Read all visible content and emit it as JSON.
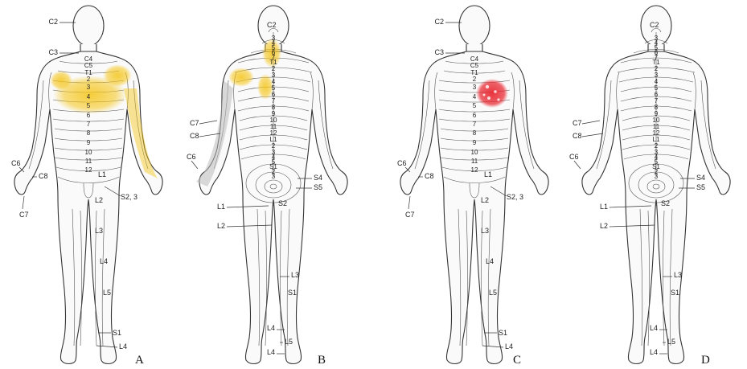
{
  "figure": {
    "panels": [
      {
        "id": "A",
        "letter": "A",
        "view": "front",
        "highlight": {
          "color": "#f5c518",
          "regions": [
            "shoulders",
            "upper-chest",
            "left-arm"
          ]
        },
        "labels": [
          "C2",
          "C3",
          "C6",
          "C8",
          "C7",
          "L1",
          "L2",
          "S2, 3",
          "L3",
          "L4",
          "L5",
          "S1",
          "L4"
        ],
        "segments": [
          "C4",
          "C5",
          "T1",
          "2",
          "3",
          "4",
          "5",
          "6",
          "7",
          "8",
          "9",
          "10",
          "11",
          "12"
        ]
      },
      {
        "id": "B",
        "letter": "B",
        "view": "back",
        "highlight": {
          "color": "#f5c518",
          "regions": [
            "upper-back",
            "shoulder",
            "arm"
          ]
        },
        "labels": [
          "C2",
          "C7",
          "C8",
          "C6",
          "S4",
          "S5",
          "L1",
          "S2",
          "L2",
          "L3",
          "S1",
          "L4",
          "L5",
          "L4"
        ],
        "segments": [
          "3",
          "4",
          "5",
          "6",
          "7",
          "T1",
          "2",
          "3",
          "4",
          "5",
          "6",
          "7",
          "8",
          "9",
          "10",
          "11",
          "12",
          "L1",
          "2",
          "3",
          "4",
          "5",
          "S1",
          "2",
          "3"
        ]
      },
      {
        "id": "C",
        "letter": "C",
        "view": "front",
        "highlight": {
          "color": "#e8202a",
          "regions": [
            "left-chest"
          ]
        },
        "labels": [
          "C2",
          "C3",
          "C6",
          "C8",
          "C7",
          "L1",
          "L2",
          "S2, 3",
          "L3",
          "L4",
          "L5",
          "S1",
          "L4"
        ],
        "segments": [
          "C4",
          "C5",
          "T1",
          "2",
          "3",
          "4",
          "5",
          "6",
          "7",
          "8",
          "9",
          "10",
          "11",
          "12"
        ]
      },
      {
        "id": "D",
        "letter": "D",
        "view": "back",
        "highlight": null,
        "labels": [
          "C2",
          "C7",
          "C8",
          "C6",
          "S4",
          "S5",
          "L1",
          "S2",
          "L2",
          "L3",
          "S1",
          "L4",
          "L5",
          "L4"
        ],
        "segments": [
          "3",
          "4",
          "5",
          "6",
          "7",
          "T1",
          "2",
          "3",
          "4",
          "5",
          "6",
          "7",
          "8",
          "9",
          "10",
          "11",
          "12",
          "L1",
          "2",
          "3",
          "4",
          "5",
          "S1",
          "2",
          "3"
        ]
      }
    ]
  }
}
